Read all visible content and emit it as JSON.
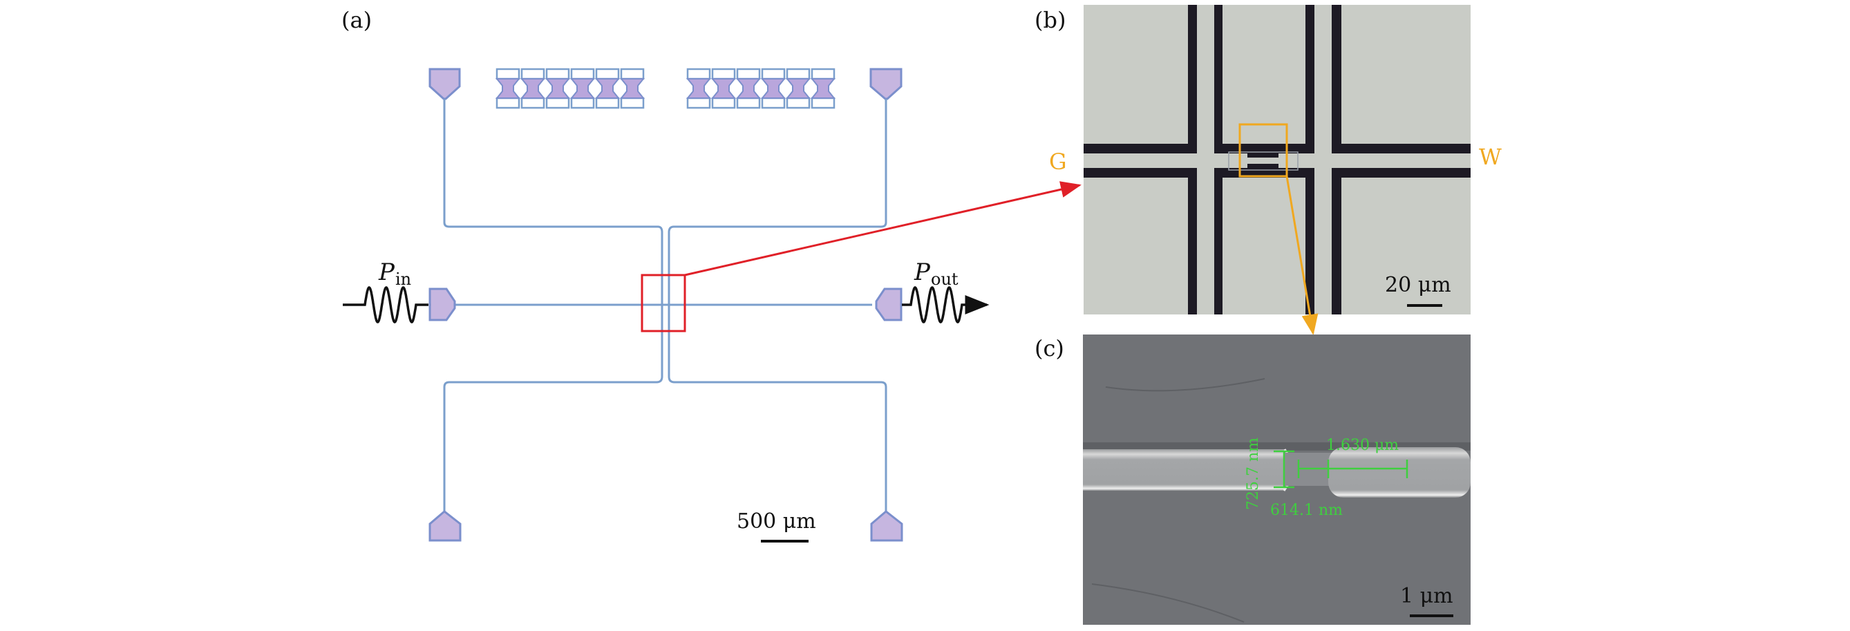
{
  "panel_a": {
    "label": "(a)",
    "input_label": {
      "symbol": "P",
      "subscript": "in"
    },
    "output_label": {
      "symbol": "P",
      "subscript": "out"
    },
    "scale_bar": "500 μm",
    "highlight_color": "#e02028"
  },
  "panel_b": {
    "label": "(b)",
    "left_terminal": "G",
    "right_terminal": "W",
    "terminal_color": "#f0a820",
    "scale_bar": "20 μm"
  },
  "panel_c": {
    "label": "(c)",
    "measurements": {
      "height": "725.7 nm",
      "gap": "614.1 nm",
      "length": "1.630 μm"
    },
    "measurement_color": "#3fcf3f",
    "scale_bar": "1 μm"
  }
}
